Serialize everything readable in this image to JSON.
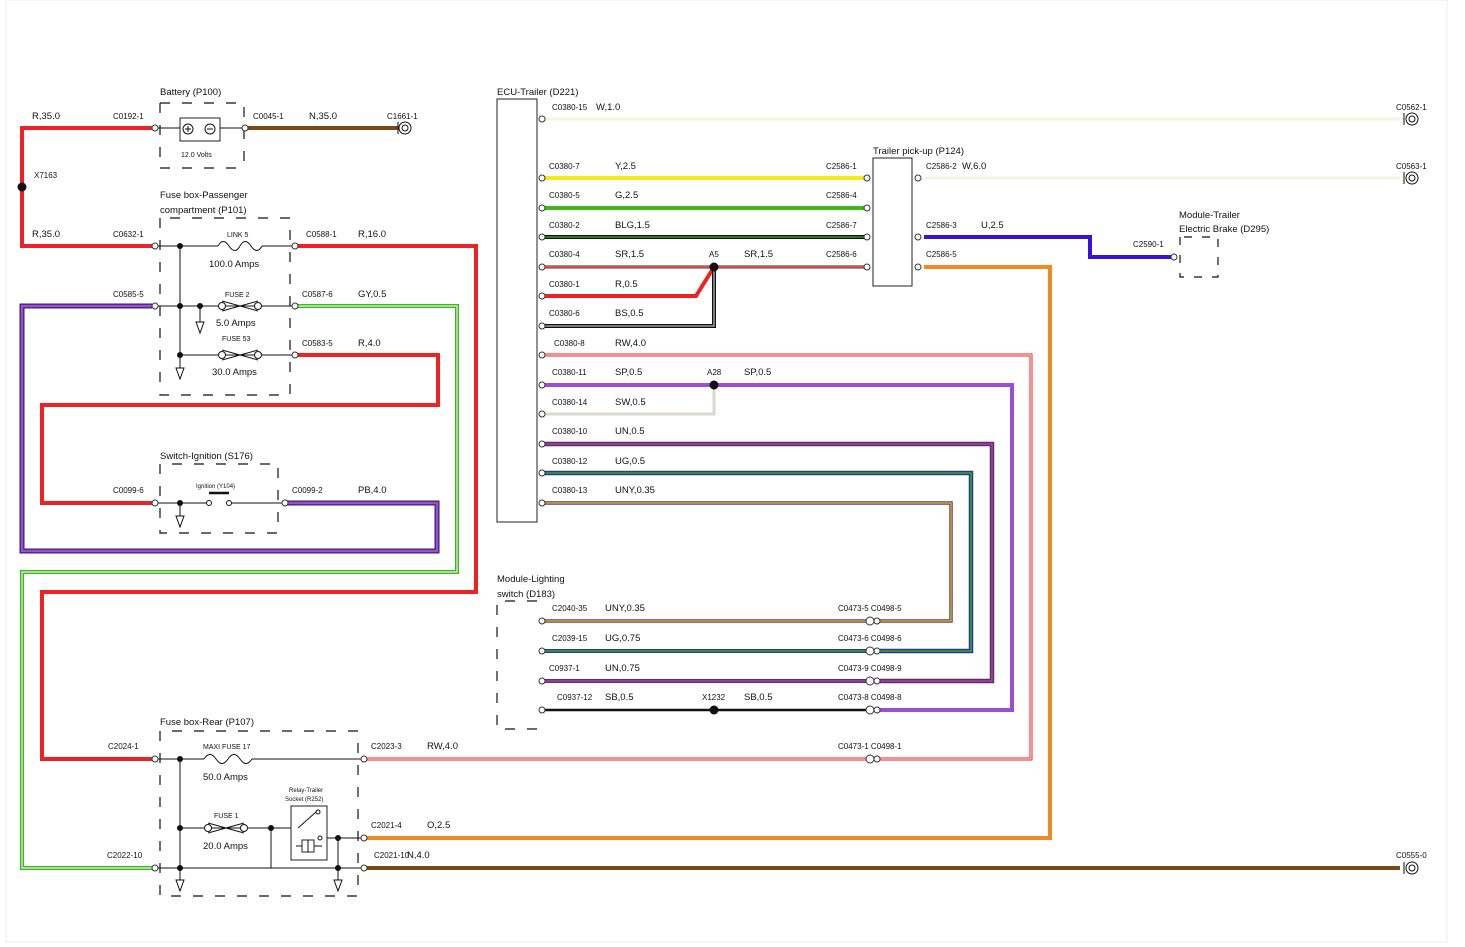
{
  "components": {
    "battery": {
      "title": "Battery (P100)",
      "voltage": "12.0 Volts"
    },
    "fuse_box_passenger": {
      "title_line1": "Fuse box-Passenger",
      "title_line2": "compartment (P101)",
      "link5": "LINK 5",
      "link5_rating": "100.0 Amps",
      "fuse2": "FUSE 2",
      "fuse2_rating": "5.0 Amps",
      "fuse53": "FUSE 53",
      "fuse53_rating": "30.0 Amps"
    },
    "switch_ignition": {
      "title": "Switch-Ignition (S176)",
      "ignition": "Ignition (Y104)"
    },
    "fuse_box_rear": {
      "title": "Fuse box-Rear (P107)",
      "maxi_fuse17": "MAXI FUSE 17",
      "maxi_fuse17_rating": "50.0 Amps",
      "fuse1": "FUSE 1",
      "fuse1_rating": "20.0 Amps",
      "relay_line1": "Relay-Trailer",
      "relay_line2": "Socket (R252)"
    },
    "ecu_trailer": {
      "title": "ECU-Trailer (D221)"
    },
    "trailer_pickup": {
      "title": "Trailer pick-up (P124)"
    },
    "module_trailer_brake": {
      "title_line1": "Module-Trailer",
      "title_line2": "Electric Brake (D295)"
    },
    "module_lighting": {
      "title_line1": "Module-Lighting",
      "title_line2": "switch (D183)"
    }
  },
  "connectors": {
    "c0192_1": "C0192-1",
    "c0045_1": "C0045-1",
    "c1661_1": "C1661-1",
    "x7163": "X7163",
    "c0632_1": "C0632-1",
    "c0588_1": "C0588-1",
    "c0585_5": "C0585-5",
    "c0587_6": "C0587-6",
    "c0583_5": "C0583-5",
    "c0099_6": "C0099-6",
    "c0099_2": "C0099-2",
    "c2024_1": "C2024-1",
    "c2023_3": "C2023-3",
    "c2021_4": "C2021-4",
    "c2022_10": "C2022-10",
    "c2021_10": "C2021-10",
    "c0380_15": "C0380-15",
    "c0380_7": "C0380-7",
    "c0380_5": "C0380-5",
    "c0380_2": "C0380-2",
    "c0380_4": "C0380-4",
    "c0380_1": "C0380-1",
    "c0380_6": "C0380-6",
    "c0380_8": "C0380-8",
    "c0380_11": "C0380-11",
    "c0380_14": "C0380-14",
    "c0380_10": "C0380-10",
    "c0380_12": "C0380-12",
    "c0380_13": "C0380-13",
    "c2586_1": "C2586-1",
    "c2586_4": "C2586-4",
    "c2586_7": "C2586-7",
    "c2586_6": "C2586-6",
    "c2586_2": "C2586-2",
    "c2586_3": "C2586-3",
    "c2586_5": "C2586-5",
    "c2590_1": "C2590-1",
    "c0562_1": "C0562-1",
    "c0563_1": "C0563-1",
    "c0555_0": "C0555-0",
    "a5": "A5",
    "a28": "A28",
    "x1232": "X1232",
    "c2040_35": "C2040-35",
    "c2039_15": "C2039-15",
    "c0937_1": "C0937-1",
    "c0937_12": "C0937-12",
    "c0473_5": "C0473-5 C0498-5",
    "c0473_6": "C0473-6 C0498-6",
    "c0473_9": "C0473-9 C0498-9",
    "c0473_8": "C0473-8 C0498-8",
    "c0473_1": "C0473-1 C0498-1"
  },
  "wires": {
    "r35_top": "R,35.0",
    "n35": "N,35.0",
    "r35_mid": "R,35.0",
    "r16": "R,16.0",
    "gy05": "GY,0.5",
    "r40": "R,4.0",
    "pb40": "PB,4.0",
    "rw40_rear": "RW,4.0",
    "o25": "O,2.5",
    "n40": "N,4.0",
    "w10": "W,1.0",
    "y25": "Y,2.5",
    "g25": "G,2.5",
    "blg15": "BLG,1.5",
    "sr15_a": "SR,1.5",
    "sr15_b": "SR,1.5",
    "r05": "R,0.5",
    "bs05": "BS,0.5",
    "rw40_ecu": "RW,4.0",
    "sp05_a": "SP,0.5",
    "sp05_b": "SP,0.5",
    "sw05": "SW,0.5",
    "un05": "UN,0.5",
    "ug05": "UG,0.5",
    "uny035": "UNY,0.35",
    "w60": "W,6.0",
    "u25": "U,2.5",
    "uny035_l": "UNY,0.35",
    "ug075": "UG,0.75",
    "un075": "UN,0.75",
    "sb05_a": "SB,0.5",
    "sb05_b": "SB,0.5"
  },
  "colors": {
    "red": "#ee2222",
    "brown": "#7a4a14",
    "purple": "#9b4fd6",
    "green": "#3cb81c",
    "yellow": "#f0ea1e",
    "orange": "#f08a22",
    "blue": "#3a10e0",
    "darkpurple": "#6a2a5a",
    "navy": "#2a3a8a",
    "white_wire": "#f4f6dc"
  }
}
